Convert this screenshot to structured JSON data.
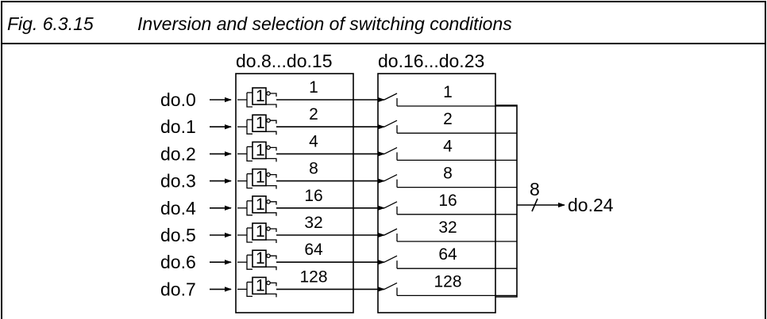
{
  "figure": {
    "caption_number": "Fig. 6.3.15",
    "caption_text": "Inversion and selection of switching conditions"
  },
  "blocks": {
    "inversion_header": "do.8...do.15",
    "selection_header": "do.16...do.23"
  },
  "rows": [
    {
      "input": "do.0",
      "weight": "1"
    },
    {
      "input": "do.1",
      "weight": "2"
    },
    {
      "input": "do.2",
      "weight": "4"
    },
    {
      "input": "do.3",
      "weight": "8"
    },
    {
      "input": "do.4",
      "weight": "16"
    },
    {
      "input": "do.5",
      "weight": "32"
    },
    {
      "input": "do.6",
      "weight": "64"
    },
    {
      "input": "do.7",
      "weight": "128"
    }
  ],
  "output": {
    "bus_width": "8",
    "label": "do.24"
  },
  "gate_symbol": "1"
}
